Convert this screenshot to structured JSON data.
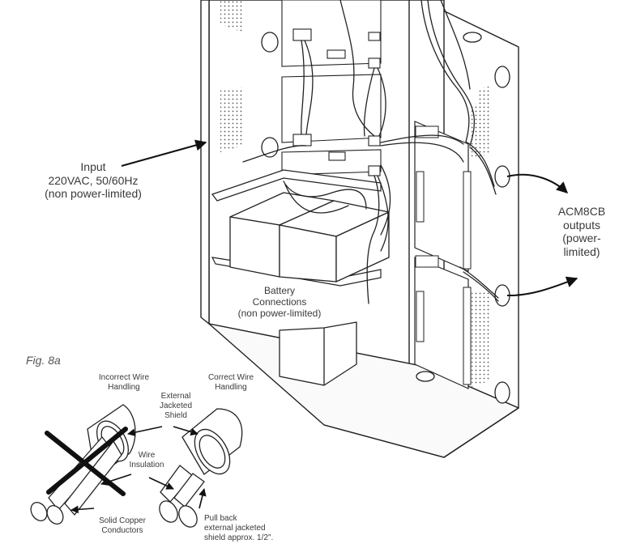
{
  "labels": {
    "input": [
      "Input",
      "220VAC, 50/60Hz",
      "(non power-limited)"
    ],
    "acm8cb": [
      "ACM8CB",
      "outputs",
      "(power-",
      "limited)"
    ],
    "battery": [
      "Battery",
      "Connections",
      "(non power-limited)"
    ]
  },
  "fig8a": {
    "title": "Fig. 8a",
    "incorrect": [
      "Incorrect Wire",
      "Handling"
    ],
    "correct": [
      "Correct Wire",
      "Handling"
    ],
    "external_shield": [
      "External",
      "Jacketed",
      "Shield"
    ],
    "wire_insulation": [
      "Wire",
      "Insulation"
    ],
    "solid_copper": [
      "Solid Copper",
      "Conductors"
    ],
    "pull_back": [
      "Pull back",
      "external jacketed",
      "shield approx. 1/2\"."
    ]
  }
}
